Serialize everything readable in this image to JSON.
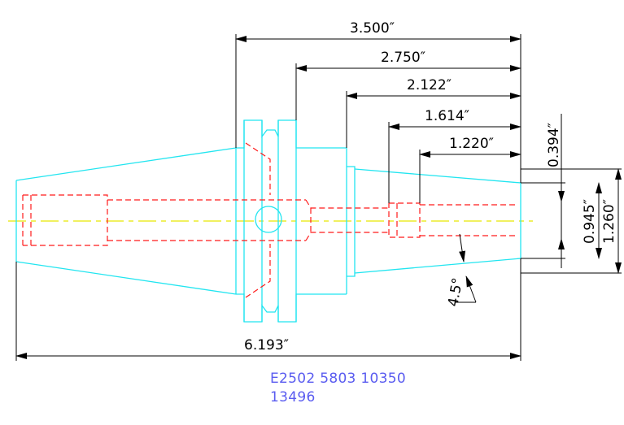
{
  "drawing": {
    "dimensions": {
      "overall_35": "3.500″",
      "d_2750": "2.750″",
      "d_2122": "2.122″",
      "d_1614": "1.614″",
      "d_1220": "1.220″",
      "d_0394": "0.394″",
      "d_0945": "0.945″",
      "d_1260": "1.260″",
      "overall_6193": "6.193″",
      "angle": "4.5°"
    },
    "part_codes": {
      "line1": "E2502  5803  10350",
      "line2": "13496"
    },
    "colors": {
      "outline": "#22e5f0",
      "hidden": "#ff1a1a",
      "centerline": "#e8e800",
      "dimension": "#000000",
      "text_blue": "#5a5cf0"
    }
  }
}
